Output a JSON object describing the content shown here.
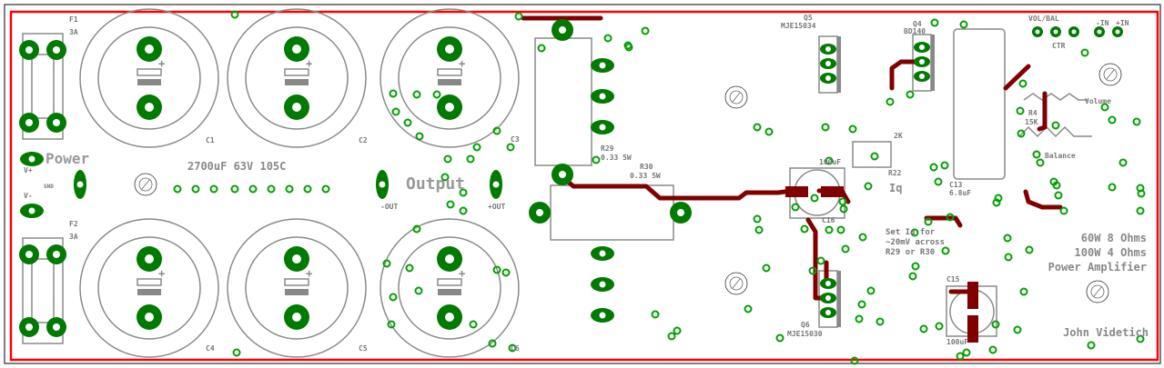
{
  "board": {
    "title_lines": [
      "60W 8 Ohms",
      "100W 4 Ohms",
      "Power Amplifier"
    ],
    "author": "John Videtich",
    "colors": {
      "outline": "#ff0000",
      "pad": "#007a00",
      "trace": "#800000",
      "silk": "#8a8a8a"
    }
  },
  "labels": {
    "f1": "F1",
    "f1_rating": "3A",
    "f2": "F2",
    "f2_rating": "3A",
    "c1": "C1",
    "c2": "C2",
    "c3": "C3",
    "c4": "C4",
    "c5": "C5",
    "c6": "C6",
    "cap_spec": "2700uF 63V 105C",
    "power": "Power",
    "v_plus": "V+",
    "v_minus": "V-",
    "gnd": "GND",
    "output": "Output",
    "out_minus": "-OUT",
    "out_plus": "+OUT",
    "q5": "Q5",
    "q5_part": "MJE15034",
    "q4": "Q4",
    "q4_part": "BD140",
    "q6": "Q6",
    "q6_part": "MJE15030",
    "r29": "R29",
    "r29_value": "0.33 5W",
    "r30": "R30",
    "r30_value": "0.33 5W",
    "c16_value": "100uF",
    "c16": "C16",
    "r22_value": "2K",
    "r22": "R22",
    "iq": "Iq",
    "c13": "C13",
    "c13_value": "6.8uF",
    "vol_bal": "VOL/BAL",
    "in_minus": "-IN",
    "in_plus": "+IN",
    "ctr": "CTR",
    "r4": "R4",
    "r4_value": "15K",
    "volume": "Volume",
    "balance": "Balance",
    "note": [
      "Set Iq for",
      "~20mV across",
      "R29 or R30"
    ],
    "c15": "C15",
    "c15_value": "100uF"
  }
}
